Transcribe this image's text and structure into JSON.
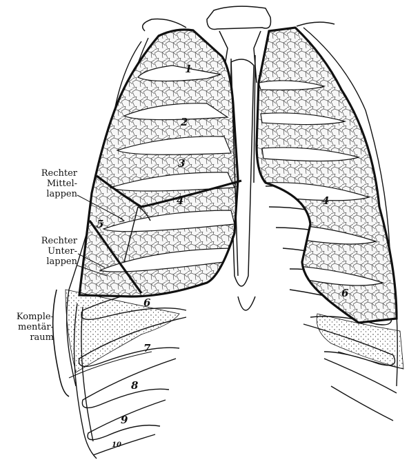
{
  "labels": {
    "middle_lobe": [
      "Rechter",
      "Mittel-",
      "lappen"
    ],
    "lower_lobe": [
      "Rechter",
      "Unter-",
      "lappen"
    ],
    "complement": [
      "Komple-",
      "mentär-",
      "raum"
    ]
  },
  "rib_numbers": {
    "r1": "1",
    "r2": "2",
    "r3": "3",
    "r4": "4",
    "r5": "5",
    "r6": "6",
    "r7": "7",
    "r8": "8",
    "r9": "9",
    "r10": "10",
    "l4": "4",
    "l6": "6"
  },
  "colors": {
    "line": "#111111",
    "lung_fill": "#f7f7f7",
    "paper": "#ffffff"
  }
}
